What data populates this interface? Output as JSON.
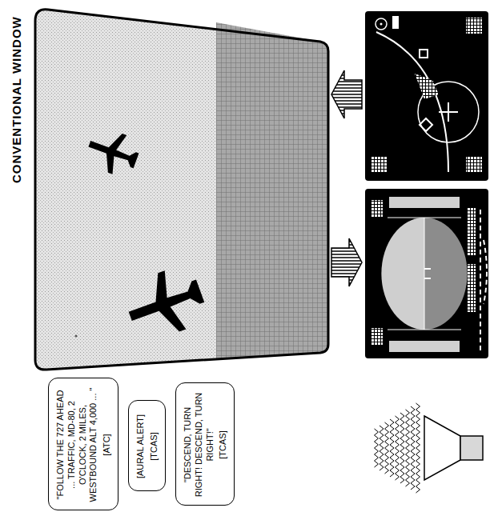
{
  "diagram": {
    "title": "CONVENTIONAL WINDOW",
    "nodes": [
      {
        "text": [
          "\"FOLLOW THE 727 AHEAD ... TRAFFIC, MD-80, 2 O'CLOCK, 2 MILES, WESTBOUND ALT 4,000 ... \"",
          "[ATC]"
        ]
      },
      {
        "text": [
          "[AURAL ALERT]",
          "[TCAS]"
        ]
      },
      {
        "text": [
          "\"DESCEND, TURN RIGHT! DESCEND, TURN RIGHT!\"",
          "[TCAS]"
        ]
      }
    ]
  }
}
